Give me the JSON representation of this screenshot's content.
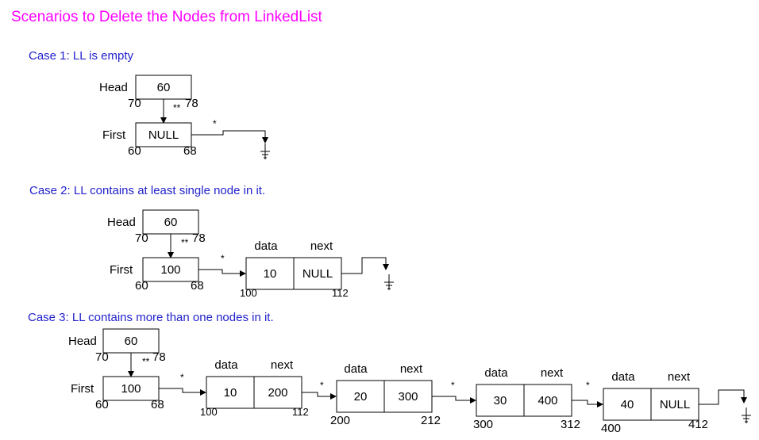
{
  "title": "Scenarios to Delete the Nodes from LinkedList",
  "colors": {
    "title": "#ff00ff",
    "case": "#2222cc",
    "line": "#000000"
  },
  "case1": {
    "heading": "Case 1: LL is empty",
    "head": {
      "label": "Head",
      "value": "60",
      "addr_start": "70",
      "addr_end": "78",
      "mark": "**"
    },
    "first": {
      "label": "First",
      "value": "NULL",
      "addr_start": "60",
      "addr_end": "68",
      "mark": "*"
    }
  },
  "case2": {
    "heading": "Case 2: LL contains at least single node in it.",
    "head": {
      "label": "Head",
      "value": "60",
      "addr_start": "70",
      "addr_end": "78",
      "mark": "**"
    },
    "first": {
      "label": "First",
      "value": "100",
      "addr_start": "60",
      "addr_end": "68",
      "mark": "*"
    },
    "nodes": [
      {
        "data_label": "data",
        "next_label": "next",
        "data": "10",
        "next": "NULL",
        "addr_start": "100",
        "addr_end": "112"
      }
    ]
  },
  "case3": {
    "heading": "Case 3: LL contains more than one nodes in it.",
    "head": {
      "label": "Head",
      "value": "60",
      "addr_start": "70",
      "addr_end": "78",
      "mark": "**"
    },
    "first": {
      "label": "First",
      "value": "100",
      "addr_start": "60",
      "addr_end": "68",
      "mark": "*"
    },
    "nodes": [
      {
        "data_label": "data",
        "next_label": "next",
        "data": "10",
        "next": "200",
        "addr_start": "100",
        "addr_end": "112",
        "mark": "*"
      },
      {
        "data_label": "data",
        "next_label": "next",
        "data": "20",
        "next": "300",
        "addr_start": "200",
        "addr_end": "212",
        "mark": "*"
      },
      {
        "data_label": "data",
        "next_label": "next",
        "data": "30",
        "next": "400",
        "addr_start": "300",
        "addr_end": "312",
        "mark": "*"
      },
      {
        "data_label": "data",
        "next_label": "next",
        "data": "40",
        "next": "NULL",
        "addr_start": "400",
        "addr_end": "412"
      }
    ]
  }
}
